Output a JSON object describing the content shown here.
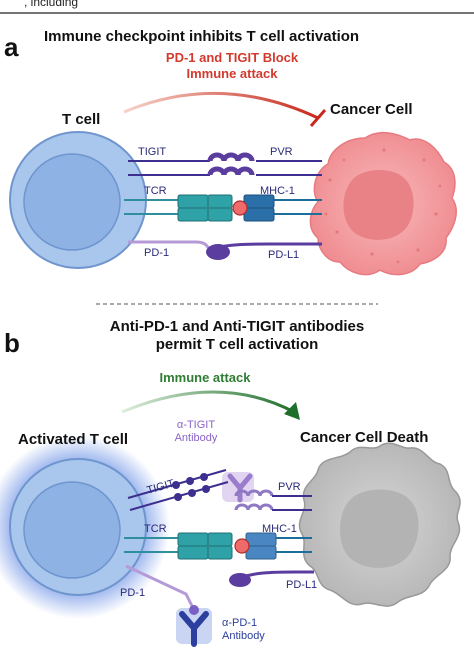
{
  "top_caption": ", including",
  "panel_a": {
    "letter": "a",
    "title": "Immune checkpoint inhibits T cell activation",
    "block_label_line1": "PD-1 and TIGIT Block",
    "block_label_line2": "Immune attack",
    "t_cell": "T cell",
    "cancer_cell": "Cancer Cell",
    "tigit": "TIGIT",
    "pvr": "PVR",
    "tcr": "TCR",
    "mhc": "MHC-1",
    "pd1": "PD-1",
    "pdl1": "PD-L1"
  },
  "panel_b": {
    "letter": "b",
    "title_line1": "Anti-PD-1 and Anti-TIGIT antibodies",
    "title_line2": "permit T cell activation",
    "attack_label": "Immune attack",
    "t_cell": "Activated T cell",
    "cancer_cell": "Cancer Cell Death",
    "tigit": "TIGIT",
    "pvr": "PVR",
    "tcr": "TCR",
    "mhc": "MHC-1",
    "pd1": "PD-1",
    "pdl1": "PD-L1",
    "anti_tigit_line1": "α-TIGIT",
    "anti_tigit_line2": "Antibody",
    "anti_pd1_line1": "α-PD-1",
    "anti_pd1_line2": "Antibody"
  },
  "colors": {
    "t_cell_fill": "#a9c6ec",
    "t_cell_nucleus": "#8fb2e4",
    "cancer_fill": "#f4a3a6",
    "cancer_nucleus": "#e98287",
    "dead_fill": "#c9c9c9",
    "dead_nucleus": "#b3b3b3",
    "block_red": "#d23a2e",
    "attack_green": "#2e7d32",
    "receptor_purple": "#5a3d9e",
    "tcr_teal": "#2f8f9d"
  }
}
